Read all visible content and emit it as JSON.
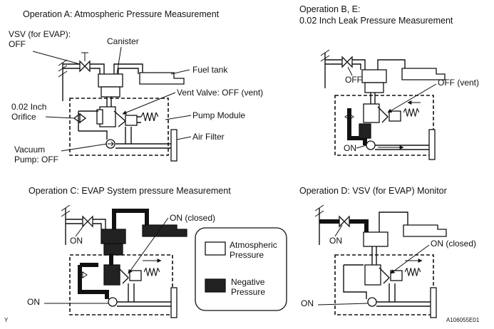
{
  "panels": {
    "a": {
      "title": "Operation A: Atmospheric Pressure Measurement",
      "labels": {
        "vsv_line1": "VSV (for EVAP):",
        "vsv_line2": "OFF",
        "canister": "Canister",
        "fuel_tank": "Fuel tank",
        "vent_valve": "Vent Valve: OFF (vent)",
        "orifice_line1": "0.02 Inch",
        "orifice_line2": "Orifice",
        "pump_module": "Pump Module",
        "air_filter": "Air Filter",
        "vacuum_line1": "Vacuum",
        "vacuum_line2": "Pump: OFF"
      }
    },
    "b": {
      "title_line1": "Operation B, E:",
      "title_line2": "0.02 Inch Leak Pressure Measurement",
      "labels": {
        "vsv_off": "OFF",
        "vent_off": "OFF (vent)",
        "pump_on": "ON"
      }
    },
    "c": {
      "title": "Operation C: EVAP System pressure Measurement",
      "labels": {
        "vsv_on": "ON",
        "vent_on": "ON (closed)",
        "pump_on": "ON"
      }
    },
    "d": {
      "title": "Operation D: VSV (for EVAP) Monitor",
      "labels": {
        "vsv_on": "ON",
        "vent_on": "ON (closed)",
        "pump_on": "ON"
      }
    }
  },
  "legend": {
    "atmospheric_line1": "Atmospheric",
    "atmospheric_line2": "Pressure",
    "negative_line1": "Negative",
    "negative_line2": "Pressure"
  },
  "footer": {
    "left_mark": "Y",
    "figure_id": "A106055E01"
  },
  "colors": {
    "ink": "#111111",
    "negative_fill": "#222222",
    "background": "#ffffff"
  }
}
